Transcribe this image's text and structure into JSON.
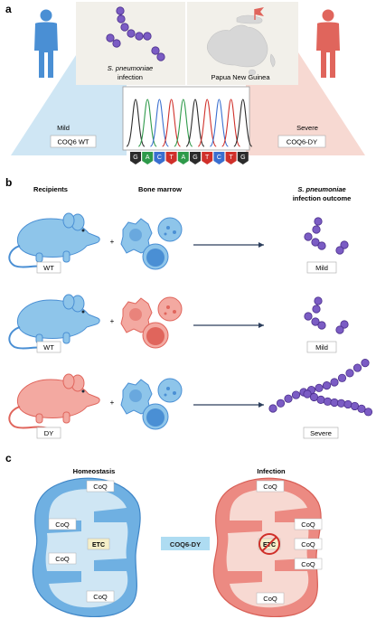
{
  "panel_a": {
    "label": "a",
    "infection_label_italic": "S. pneumoniae",
    "infection_label": "infection",
    "location_label": "Papua New Guinea",
    "mild_label": "Mild",
    "mild_genotype": "COQ6 WT",
    "severe_label": "Severe",
    "severe_genotype": "COQ6-DY",
    "dna_sequence": [
      "G",
      "A",
      "C",
      "T",
      "A",
      "G",
      "T",
      "C",
      "T",
      "G"
    ],
    "colors": {
      "blue": "#4a8fd4",
      "red": "#e0655c",
      "mild_bg": "#cfe6f4",
      "severe_bg": "#f7d9d2"
    }
  },
  "panel_b": {
    "label": "b",
    "col_recipients": "Recipients",
    "col_bone_marrow": "Bone marrow",
    "col_outcome_italic": "S. pneumoniae",
    "col_outcome": "infection outcome",
    "rows": [
      {
        "mouse": "WT",
        "outcome": "Mild"
      },
      {
        "mouse": "WT",
        "outcome": "Mild"
      },
      {
        "mouse": "DY",
        "outcome": "Severe"
      }
    ]
  },
  "panel_c": {
    "label": "c",
    "left_title": "Homeostasis",
    "right_title": "Infection",
    "center_label": "COQ6-DY",
    "etc_label": "ETC",
    "coq_label": "CoQ",
    "left_coq": [
      "CoQ",
      "CoQ",
      "CoQ",
      "CoQ"
    ],
    "right_coq": [
      "CoQ",
      "CoQ",
      "CoQ",
      "CoQ",
      "CoQ"
    ]
  }
}
